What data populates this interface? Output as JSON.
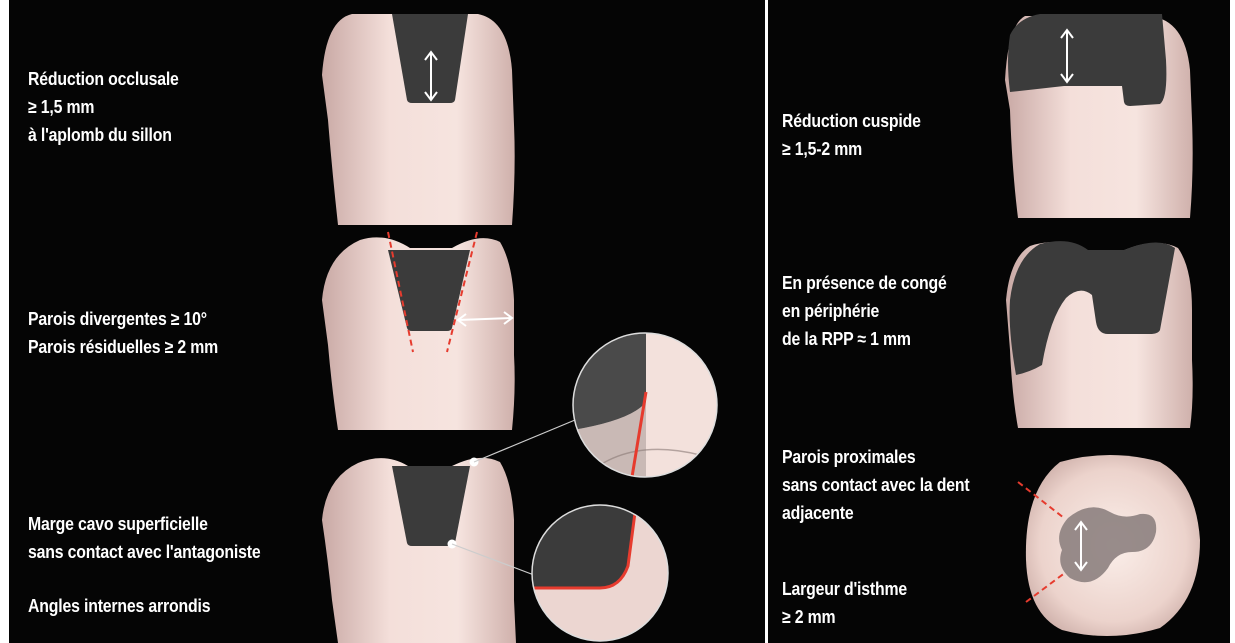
{
  "labels": {
    "occlusal": [
      "Réduction occlusale",
      "≥ 1,5 mm",
      "à l'aplomb du sillon"
    ],
    "walls": [
      "Parois divergentes ≥ 10°",
      "Parois résiduelles ≥ 2 mm"
    ],
    "margin": [
      "Marge cavo superficielle",
      "sans contact avec l'antagoniste"
    ],
    "angles": "Angles internes arrondis",
    "cusp": [
      "Réduction cuspide",
      " ≥ 1,5-2 mm"
    ],
    "conge": [
      "En présence de congé",
      "en périphérie",
      "de la RPP ≈ 1 mm"
    ],
    "proximal": [
      "Parois proximales",
      "sans contact avec la dent",
      "adjacente"
    ],
    "isthmus": [
      "Largeur d'isthme",
      "≥ 2 mm"
    ]
  },
  "colors": {
    "background": "#050505",
    "tooth": "#f1d9d4",
    "preparation": "#3b3b3b",
    "guide_lines": "#e63b2e",
    "arrows": "#ffffff"
  }
}
